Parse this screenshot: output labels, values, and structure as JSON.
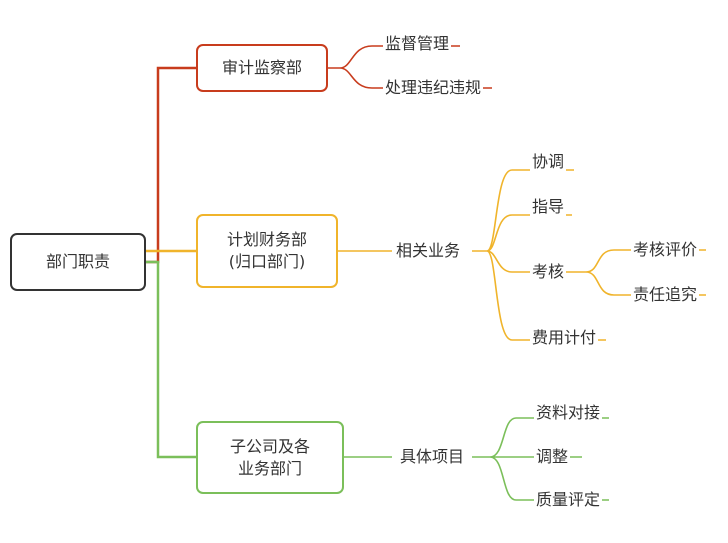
{
  "root": "部门职责",
  "branches": [
    {
      "line1": "审计监察部",
      "line2": "",
      "color": "#c83c1d",
      "leaves": [
        "监督管理",
        "处理违纪违规"
      ]
    },
    {
      "line1": "计划财务部",
      "line2": "(归口部门)",
      "color": "#f0b42b",
      "mid": "相关业务",
      "leaves": [
        "协调",
        "指导",
        "考核",
        "费用计付"
      ],
      "sub": [
        "考核评价",
        "责任追究"
      ]
    },
    {
      "line1": "子公司及各",
      "line2": "业务部门",
      "color": "#7bbf5a",
      "mid": "具体项目",
      "leaves": [
        "资料对接",
        "调整",
        "质量评定"
      ]
    }
  ]
}
